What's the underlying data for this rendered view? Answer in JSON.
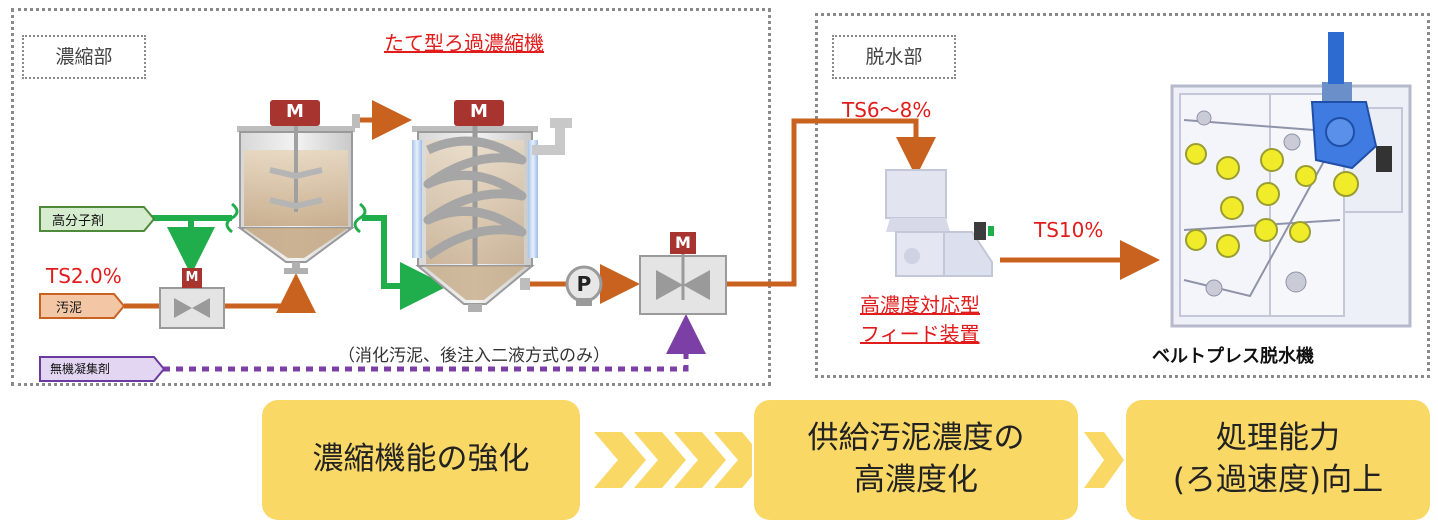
{
  "sections": {
    "thickening": {
      "label": "濃縮部"
    },
    "dewatering": {
      "label": "脱水部"
    }
  },
  "titles": {
    "vertical_thickener": "たて型ろ過濃縮機",
    "feed_device_line1": "高濃度対応型",
    "feed_device_line2": "フィード装置",
    "belt_press": "ベルトプレス脱水機"
  },
  "inputs": {
    "polymer": "高分子剤",
    "sludge": "汚泥",
    "inorganic_coagulant": "無機凝集剤"
  },
  "equipment_marks": {
    "motor": "M",
    "pump": "P"
  },
  "concentrations": {
    "sludge_in": "TS2.0%",
    "after_thickening": "TS6～8%",
    "feed_out": "TS10%"
  },
  "note": "（消化汚泥、後注入二液方式のみ）",
  "steps": [
    {
      "lines": [
        "濃縮機能の強化"
      ]
    },
    {
      "lines": [
        "供給汚泥濃度の",
        "高濃度化"
      ]
    },
    {
      "lines": [
        "処理能力",
        "(ろ過速度)向上"
      ]
    }
  ],
  "colors": {
    "sludge_line": "#c8621e",
    "polymer_line": "#1fae4b",
    "coagulant_line": "#7b3fa6",
    "accent_red": "#e21b1b",
    "step_fill": "#f9d866"
  }
}
